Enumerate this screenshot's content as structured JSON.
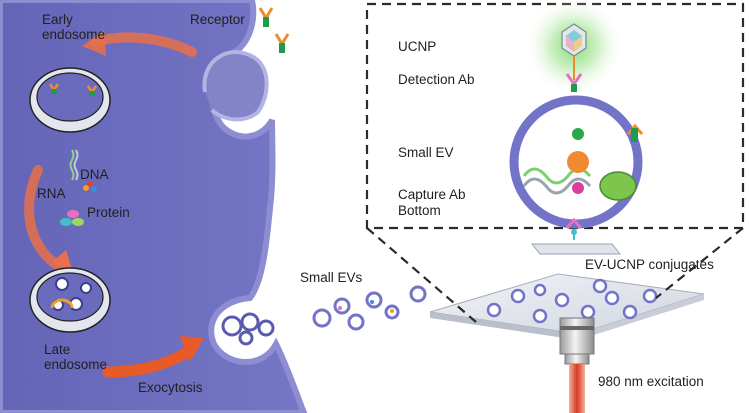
{
  "labels": {
    "early_endosome": [
      "Early",
      "endosome"
    ],
    "receptor": "Receptor",
    "rna": "RNA",
    "dna": "DNA",
    "protein": "Protein",
    "late_endosome": [
      "Late",
      "endosome"
    ],
    "exocytosis": "Exocytosis",
    "small_evs": "Small EVs",
    "ucnp": "UCNP",
    "detection_ab": "Detection Ab",
    "small_ev": "Small EV",
    "capture_ab": "Capture Ab",
    "bottom": "Bottom",
    "ev_ucnp_conjugates": "EV-UCNP conjugates",
    "excitation": "980 nm excitation"
  },
  "colors": {
    "cell": "#6f6fc0",
    "cell_edge": "#8a8ad0",
    "arrow": "#e8704a",
    "vesicle_ring": "#7373c8",
    "glow": "#7cd86a",
    "laser": "#e0503a"
  },
  "icons": [
    "receptor-icon",
    "ucnp-icon",
    "objective-lens-icon",
    "laser-beam-icon",
    "substrate-slide-icon",
    "zoom-box-icon"
  ]
}
